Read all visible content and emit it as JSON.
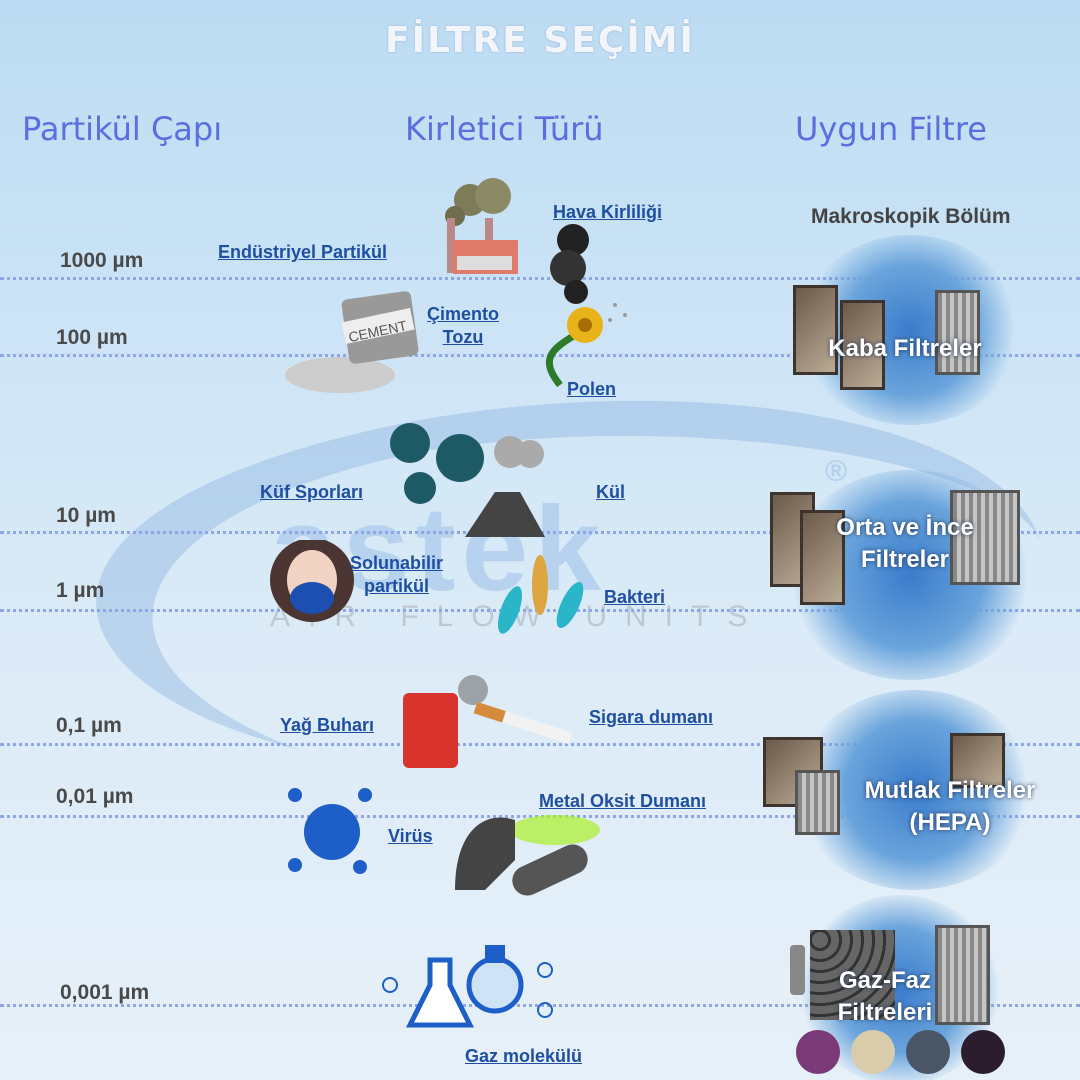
{
  "title": "FİLTRE SEÇİMİ",
  "columns": {
    "size": "Partikül Çapı",
    "pollutant": "Kirletici Türü",
    "filter": "Uygun Filtre"
  },
  "sizes": [
    "1000 µm",
    "100 µm",
    "10 µm",
    "1 µm",
    "0,1 µm",
    "0,01 µm",
    "0,001 µm"
  ],
  "pollutants": {
    "industrial": "Endüstriyel Partikül",
    "air": "Hava Kirliliği",
    "cement1": "Çimento",
    "cement2": "Tozu",
    "cement_bag": "CEMENT",
    "pollen": "Polen",
    "mold": "Küf Sporları",
    "ash": "Kül",
    "resp1": "Solunabilir",
    "resp2": "partikül",
    "bacteria": "Bakteri",
    "oil": "Yağ Buharı",
    "smoke": "Sigara dumanı",
    "metal": "Metal Oksit Dumanı",
    "virus": "Virüs",
    "gas": "Gaz molekülü"
  },
  "filters": {
    "macro": "Makroskopik Bölüm",
    "coarse": "Kaba Filtreler",
    "medium1": "Orta ve İnce",
    "medium2": "Filtreler",
    "hepa1": "Mutlak Filtreler",
    "hepa2": "(HEPA)",
    "gas1": "Gaz-Faz",
    "gas2": "Filtreleri"
  },
  "watermark": {
    "brand": "astek",
    "tagline": "AIR FLOW UNITS",
    "reg": "®"
  },
  "colors": {
    "heading": "#5a6ee0",
    "label": "#1f4fa0",
    "line": "#8fa6e6"
  }
}
